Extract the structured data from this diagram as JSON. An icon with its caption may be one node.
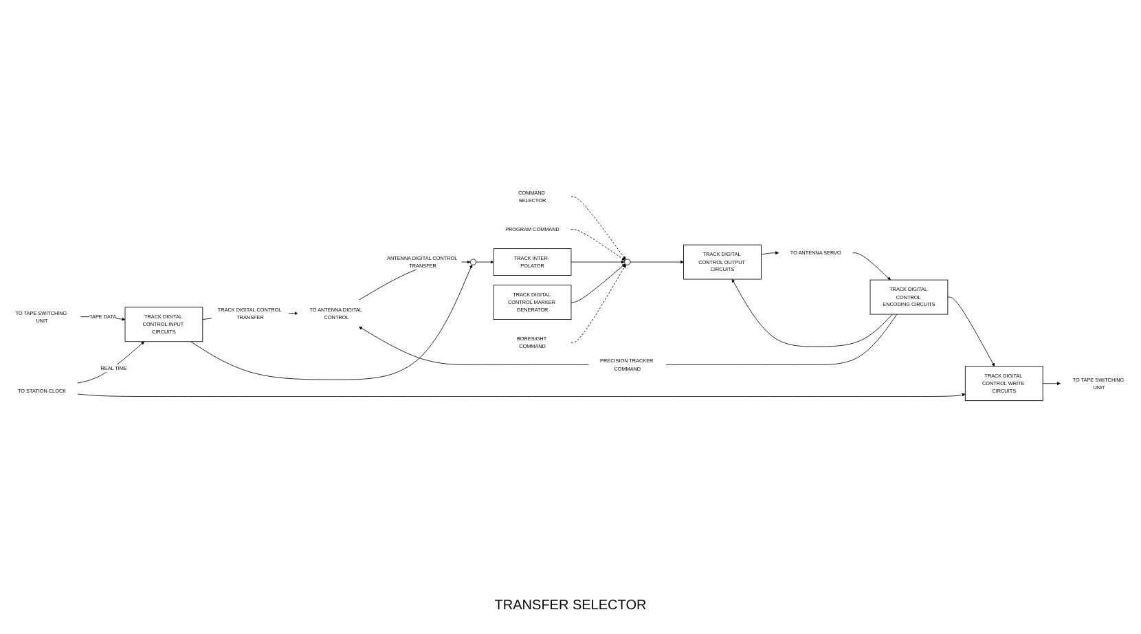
{
  "diagram": {
    "nodes": [
      {
        "text": [
          "TO ANTENNA DIGITAL CONTROL"
        ]
      },
      {
        "text": [
          "TRACK DIGITAL CONTROL ENCODING CIRCUITS"
        ]
      },
      {
        "text": [
          "COMMAND SELECTOR"
        ]
      },
      {
        "text": [
          "TO ANTENNA SERVO"
        ]
      },
      {
        "text": [
          "PROGRAM COMMAND"
        ]
      },
      {
        "text": [],
        "shape": "circle"
      },
      {
        "text": [
          "TRACK INTER- POLATOR"
        ]
      },
      {
        "text": [],
        "shape": "circle"
      },
      {
        "text": [
          "TRACK DIGITAL CONTROL OUTPUT CIRCUITS"
        ]
      },
      {
        "text": [
          "TO TAPE SWITCHING UNIT"
        ]
      },
      {
        "text": [
          "TRACK DIGITAL CONTROL INPUT CIRCUITS"
        ]
      },
      {
        "text": [
          "TRACK DIGITAL CONTROL MARKER GENERATOR"
        ]
      },
      {
        "text": [
          "TRACK DIGITAL CONTROL WRITE CIRCUITS"
        ]
      },
      {
        "text": [
          "TO TAPE SWITCHING UNIT"
        ]
      },
      {
        "text": [
          "TO STATION CLOCK"
        ]
      },
      {
        "text": [
          "BORESIGHT COMMAND"
        ]
      }
    ],
    "edges": [
      {
        "from": 1,
        "to": 0,
        "arrow": "to",
        "label": "PRECISION TRACKER COMMAND"
      },
      {
        "from": 0,
        "to": 5,
        "arrow": "to",
        "label": "ANTENNA DIGITAL CONTROL TRANSFER"
      },
      {
        "from": 10,
        "to": 0,
        "arrow": "to",
        "label": "TRACK DIGITAL CONTROL TRANSFER"
      },
      {
        "from": 10,
        "to": 5,
        "arrow": "to"
      },
      {
        "from": 5,
        "to": 6,
        "arrow": "to"
      },
      {
        "from": 6,
        "to": 7,
        "arrow": "to"
      },
      {
        "from": 11,
        "to": 7,
        "arrow": "to"
      },
      {
        "from": 7,
        "to": 8,
        "arrow": "to"
      },
      {
        "from": 1,
        "to": 8,
        "arrow": "to"
      },
      {
        "from": 1,
        "to": 12,
        "arrow": "to"
      },
      {
        "from": 3,
        "to": 1,
        "arrow": "to"
      },
      {
        "from": 8,
        "to": 3,
        "arrow": "to"
      },
      {
        "from": 9,
        "to": 10,
        "arrow": "to",
        "label": "TAPE DATA"
      },
      {
        "from": 14,
        "to": 10,
        "arrow": "to",
        "label": "REAL TIME"
      },
      {
        "from": 14,
        "to": 12,
        "arrow": "to"
      },
      {
        "from": 12,
        "to": 13,
        "arrow": "to"
      },
      {
        "from": 2,
        "to": 7,
        "arrow": "to",
        "style": "dashed"
      },
      {
        "from": 4,
        "to": 7,
        "arrow": "to",
        "style": "dashed"
      },
      {
        "from": 15,
        "to": 7,
        "arrow": "to",
        "style": "dashed"
      }
    ],
    "labels": [
      "TRANSFER SELECTOR"
    ]
  }
}
